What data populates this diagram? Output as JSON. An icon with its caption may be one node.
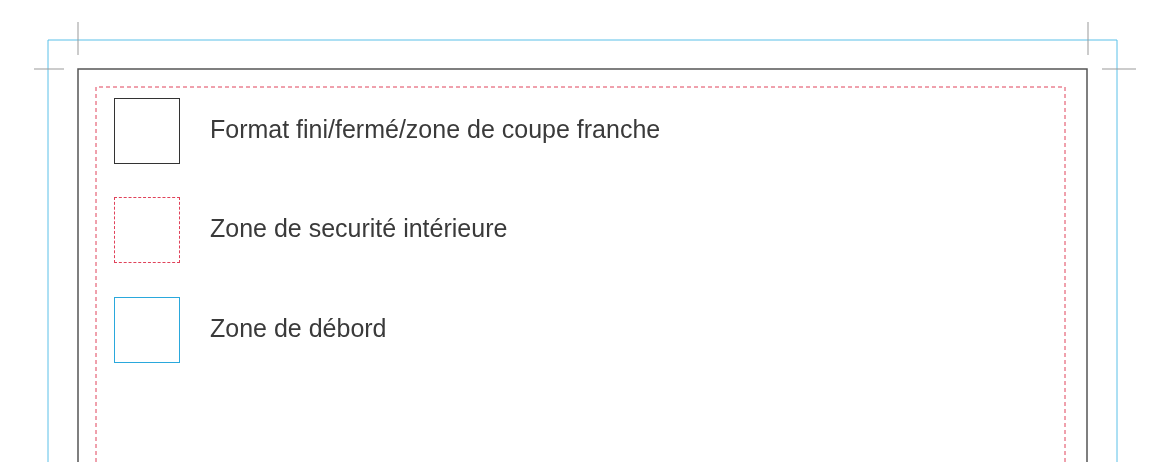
{
  "diagram": {
    "legend": [
      {
        "text": "Format fini/fermé/zone de coupe franche"
      },
      {
        "text": "Zone de securité intérieure"
      },
      {
        "text": "Zone de débord"
      }
    ]
  }
}
